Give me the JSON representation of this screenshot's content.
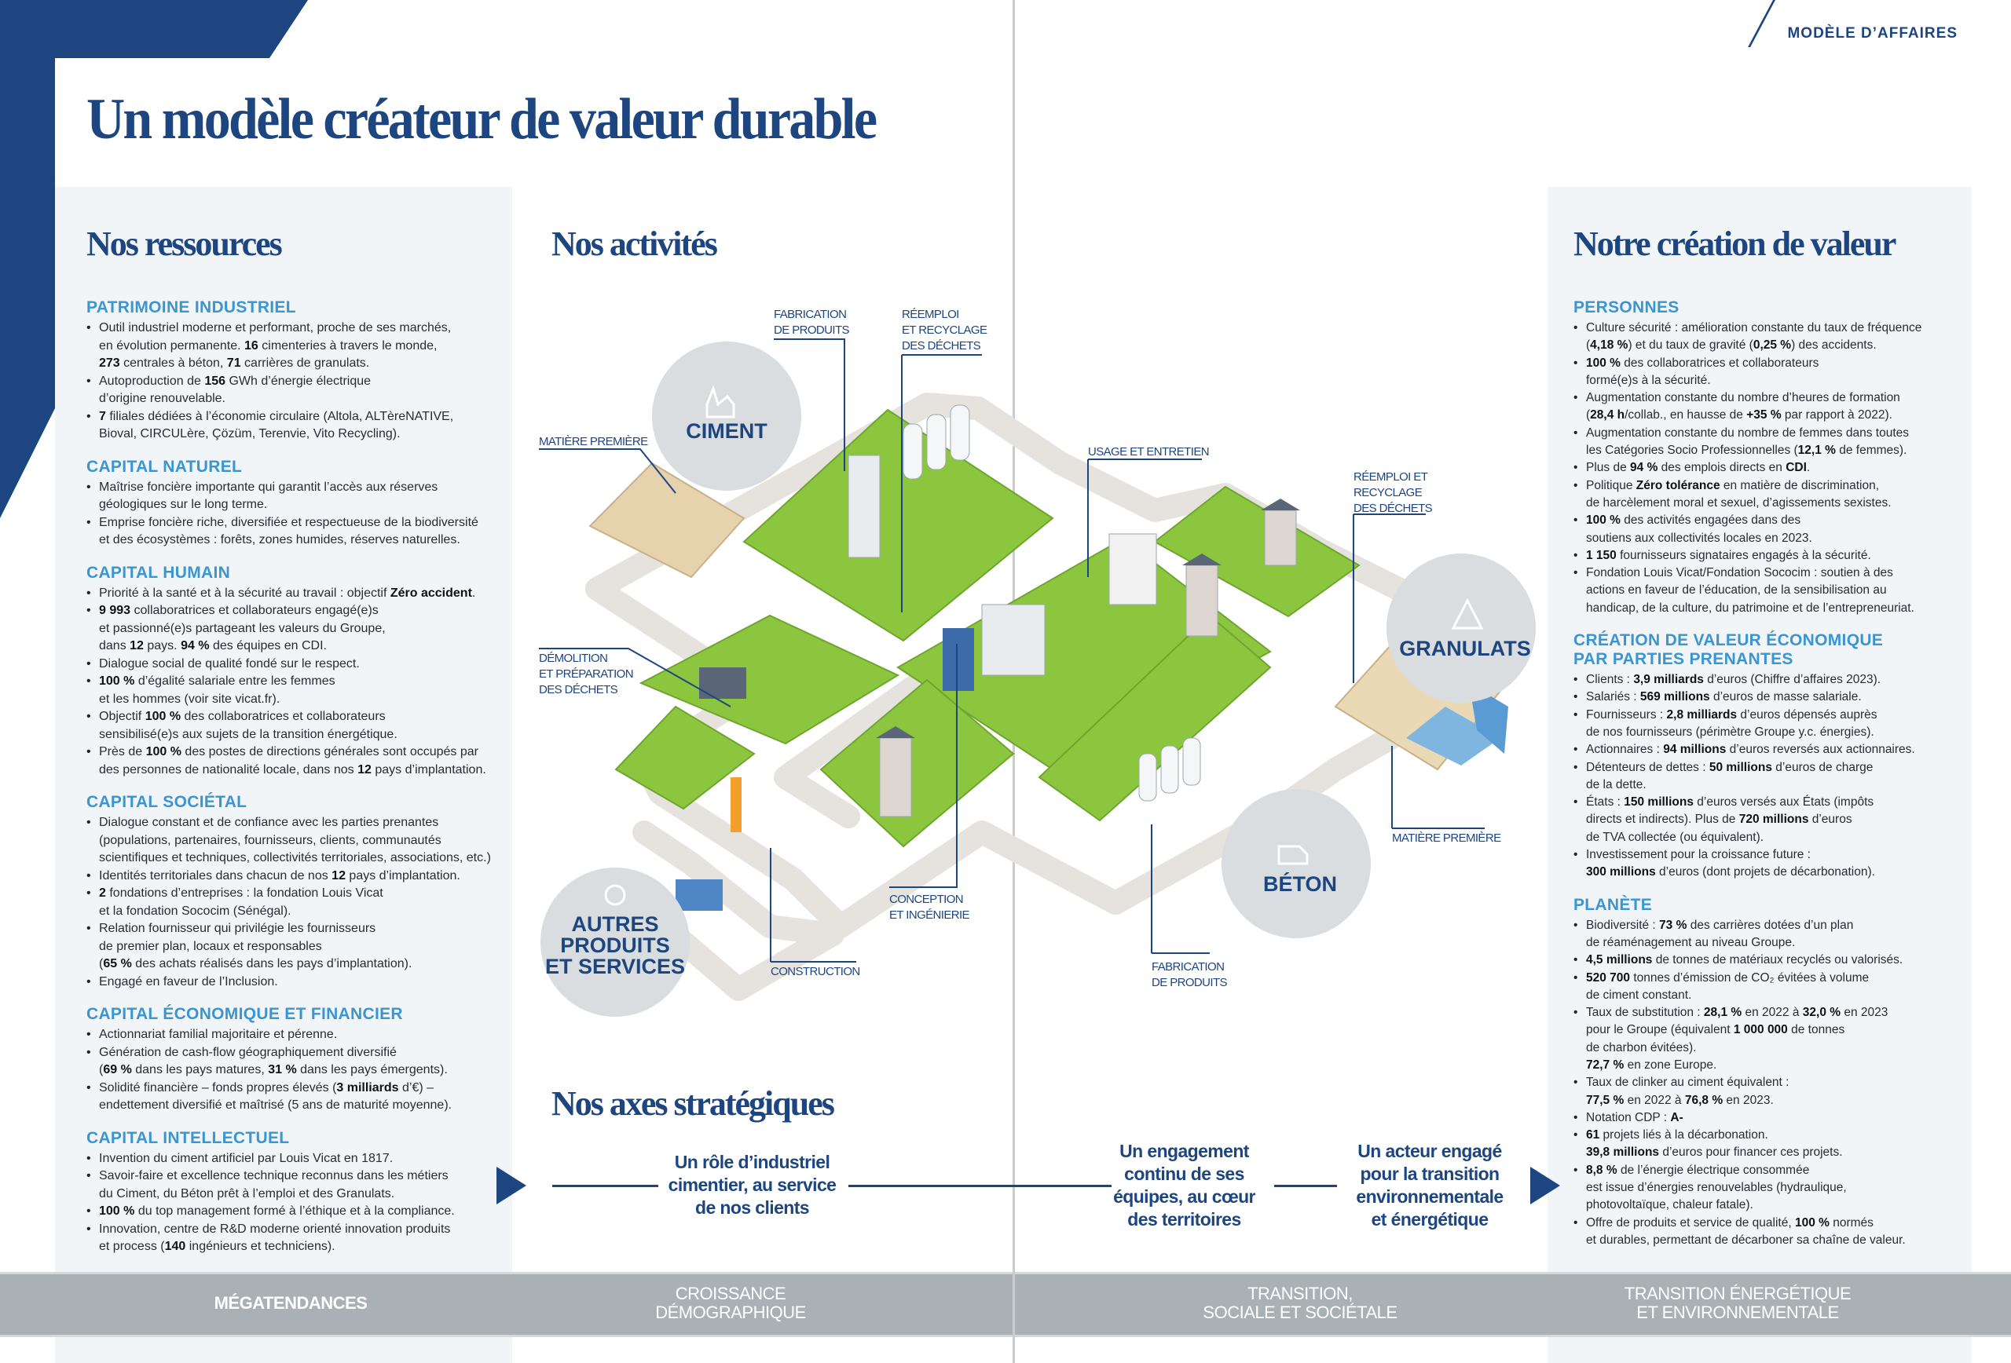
{
  "header": {
    "section_tag": "MODÈLE D’AFFAIRES",
    "title": "Un modèle créateur de valeur durable"
  },
  "colors": {
    "navy": "#1d4580",
    "accent_blue": "#3a95d3",
    "panel": "#f2f5f7",
    "band": "#a9b1b5"
  },
  "left": {
    "heading": "Nos ressources",
    "sections": [
      {
        "title": "PATRIMOINE INDUSTRIEL",
        "items": [
          [
            "Outil industriel moderne et performant, proche de ses marchés,\nen évolution permanente. ",
            "16",
            " cimenteries à travers le monde,\n",
            "273",
            " centrales à béton, ",
            "71",
            " carrières de granulats."
          ],
          [
            "Autoproduction de ",
            "156",
            " GWh d’énergie électrique\nd’origine renouvelable."
          ],
          [
            "",
            "7",
            " filiales dédiées à l’économie circulaire (Altola, ALTèreNATIVE,\nBioval, CIRCULère, Çözüm, Terenvie, Vito Recycling)."
          ]
        ]
      },
      {
        "title": "CAPITAL NATUREL",
        "items": [
          [
            "Maîtrise foncière importante qui garantit l’accès aux réserves\ngéologiques sur le long terme."
          ],
          [
            "Emprise foncière riche, diversifiée et respectueuse de la biodiversité\net des écosystèmes : forêts, zones humides, réserves naturelles."
          ]
        ]
      },
      {
        "title": "CAPITAL HUMAIN",
        "items": [
          [
            "Priorité à la santé et à la sécurité au travail : objectif ",
            "Zéro accident",
            "."
          ],
          [
            "",
            "9 993",
            " collaboratrices et collaborateurs engagé(e)s\net passionné(e)s partageant les valeurs du Groupe,\ndans ",
            "12",
            " pays. ",
            "94 %",
            " des équipes en CDI."
          ],
          [
            "Dialogue social de qualité fondé sur le respect."
          ],
          [
            "",
            "100 %",
            " d’égalité salariale entre les femmes\net les hommes (voir site vicat.fr)."
          ],
          [
            "Objectif ",
            "100 %",
            " des collaboratrices et collaborateurs\nsensibilisé(e)s aux sujets de la transition énergétique."
          ],
          [
            "Près de ",
            "100 %",
            " des postes de directions générales sont occupés par\ndes personnes de nationalité locale, dans nos ",
            "12",
            " pays d’implantation."
          ]
        ]
      },
      {
        "title": "CAPITAL SOCIÉTAL",
        "items": [
          [
            "Dialogue constant et de confiance avec les parties prenantes\n(populations, partenaires, fournisseurs, clients, communautés\nscientifiques et techniques, collectivités territoriales, associations, etc.)"
          ],
          [
            "Identités territoriales dans chacun de nos ",
            "12",
            " pays d’implantation."
          ],
          [
            "",
            "2",
            " fondations d’entreprises : la fondation Louis Vicat\net la fondation Sococim (Sénégal)."
          ],
          [
            "Relation fournisseur qui privilégie les fournisseurs\nde premier plan, locaux et responsables\n(",
            "65 %",
            " des achats réalisés dans les pays d’implantation)."
          ],
          [
            "Engagé en faveur de l’Inclusion."
          ]
        ]
      },
      {
        "title": "CAPITAL ÉCONOMIQUE ET FINANCIER",
        "items": [
          [
            "Actionnariat familial majoritaire et pérenne."
          ],
          [
            "Génération de cash-flow géographiquement diversifié\n(",
            "69 %",
            " dans les pays matures, ",
            "31 %",
            " dans les pays émergents)."
          ],
          [
            "Solidité financière –  fonds propres élevés (",
            "3 milliards",
            " d’€) –\nendettement diversifié et maîtrisé (5 ans de maturité moyenne)."
          ]
        ]
      },
      {
        "title": "CAPITAL INTELLECTUEL",
        "items": [
          [
            "Invention du ciment artificiel par Louis Vicat en 1817."
          ],
          [
            "Savoir-faire et excellence technique reconnus dans les métiers\ndu Ciment, du Béton prêt à l’emploi et des Granulats."
          ],
          [
            "",
            "100 %",
            " du top management formé à l’éthique et à la compliance."
          ],
          [
            "Innovation, centre de R&D moderne orienté innovation produits\net process (",
            "140",
            " ingénieurs et techniciens)."
          ]
        ]
      }
    ]
  },
  "activities": {
    "heading": "Nos activités",
    "circles": {
      "ciment": "CIMENT",
      "granulats": "GRANULATS",
      "beton": "BÉTON",
      "autres": [
        "AUTRES",
        "PRODUITS",
        "ET SERVICES"
      ]
    },
    "labels": {
      "matiere_premiere_left": "MATIÈRE PREMIÈRE",
      "fabrication_top": [
        "FABRICATION",
        "DE PRODUITS"
      ],
      "reemploi_top": [
        "RÉEMPLOI",
        "ET RECYCLAGE",
        "DES DÉCHETS"
      ],
      "usage": "USAGE ET ENTRETIEN",
      "reemploi_right": [
        "RÉEMPLOI ET",
        "RECYCLAGE",
        "DES DÉCHETS"
      ],
      "demolition": [
        "DÉMOLITION",
        "ET PRÉPARATION",
        "DES DÉCHETS"
      ],
      "conception": [
        "CONCEPTION",
        "ET INGÉNIERIE"
      ],
      "construction": "CONSTRUCTION",
      "fabrication_bottom": [
        "FABRICATION",
        "DE PRODUITS"
      ],
      "matiere_premiere_right": "MATIÈRE PREMIÈRE"
    }
  },
  "strategy": {
    "heading": "Nos axes stratégiques",
    "axes": [
      "Un rôle d’industriel\ncimentier, au service\nde nos clients",
      "Un engagement\ncontinu de ses\néquipes, au cœur\ndes territoires",
      "Un acteur engagé\npour la transition\nenvironnementale\net énergétique"
    ]
  },
  "right": {
    "heading": "Notre création de valeur",
    "sections": [
      {
        "title": "PERSONNES",
        "items": [
          [
            "Culture sécurité : amélioration constante du taux de fréquence\n(",
            "4,18 %",
            ") et du taux de gravité (",
            "0,25 %",
            ") des accidents."
          ],
          [
            "",
            "100 %",
            " des collaboratrices et collaborateurs\nformé(e)s à la sécurité."
          ],
          [
            "Augmentation constante du nombre d’heures de formation\n(",
            "28,4 h",
            "/collab., en hausse de ",
            "+35 %",
            " par rapport à 2022)."
          ],
          [
            "Augmentation constante du nombre de femmes dans toutes\nles Catégories Socio Professionnelles (",
            "12,1 %",
            " de femmes)."
          ],
          [
            "Plus de ",
            "94 %",
            " des emplois directs en ",
            "CDI",
            "."
          ],
          [
            "Politique ",
            "Zéro tolérance",
            " en matière de discrimination,\nde harcèlement moral et sexuel, d’agissements sexistes."
          ],
          [
            "",
            "100 %",
            " des activités engagées dans des\nsoutiens aux collectivités locales en 2023."
          ],
          [
            "",
            "1 150",
            " fournisseurs signataires engagés à la sécurité."
          ],
          [
            "Fondation Louis Vicat/Fondation Sococim : soutien à des\nactions en faveur de l’éducation, de la sensibilisation au\nhandicap, de la culture, du patrimoine et de l’entrepreneuriat."
          ]
        ]
      },
      {
        "title": "CRÉATION DE VALEUR ÉCONOMIQUE\nPAR PARTIES PRENANTES",
        "items": [
          [
            "Clients : ",
            "3,9 milliards",
            " d’euros (Chiffre d’affaires 2023)."
          ],
          [
            "Salariés : ",
            "569 millions",
            " d’euros de masse salariale."
          ],
          [
            "Fournisseurs : ",
            "2,8 milliards",
            " d’euros dépensés auprès\nde nos fournisseurs (périmètre Groupe y.c. énergies)."
          ],
          [
            "Actionnaires : ",
            "94 millions",
            " d’euros reversés aux actionnaires."
          ],
          [
            "Détenteurs de dettes : ",
            "50 millions",
            " d’euros de charge\nde la dette."
          ],
          [
            "États : ",
            "150 millions",
            " d’euros versés aux États (impôts\ndirects et indirects). Plus de ",
            "720 millions",
            " d’euros\nde TVA collectée (ou équivalent)."
          ],
          [
            "Investissement pour la croissance future :\n",
            "300 millions",
            " d’euros (dont projets de décarbonation)."
          ]
        ]
      },
      {
        "title": "PLANÈTE",
        "items": [
          [
            "Biodiversité : ",
            "73 %",
            " des carrières dotées d’un plan\nde réaménagement au niveau Groupe."
          ],
          [
            "",
            "4,5 millions",
            " de tonnes de matériaux recyclés ou valorisés."
          ],
          [
            "",
            "520 700",
            " tonnes d’émission de CO₂ évitées à volume\nde ciment constant."
          ],
          [
            "Taux de substitution : ",
            "28,1 %",
            " en 2022 à ",
            "32,0 %",
            " en 2023\npour le Groupe (équivalent ",
            "1 000 000",
            " de tonnes\nde charbon évitées).\n",
            "72,7 %",
            " en zone Europe."
          ],
          [
            "Taux de clinker au ciment équivalent :\n",
            "77,5 %",
            " en 2022 à ",
            "76,8 %",
            " en 2023."
          ],
          [
            "Notation CDP : ",
            "A-"
          ],
          [
            "",
            "61",
            " projets liés à la décarbonation.\n",
            "39,8 millions",
            " d’euros pour financer ces projets."
          ],
          [
            "",
            "8,8 %",
            " de l’énergie électrique consommée\nest issue d’énergies renouvelables (hydraulique,\nphotovoltaïque, chaleur fatale)."
          ],
          [
            "Offre de produits et service de qualité, ",
            "100 %",
            " normés\net durables, permettant de décarboner sa chaîne de valeur."
          ]
        ]
      }
    ]
  },
  "footer": {
    "label": "MÉGATENDANCES",
    "trends": [
      "CROISSANCE\nDÉMOGRAPHIQUE",
      "TRANSITION,\nSOCIALE ET SOCIÉTALE",
      "TRANSITION ÉNERGÉTIQUE\nET ENVIRONNEMENTALE"
    ]
  }
}
